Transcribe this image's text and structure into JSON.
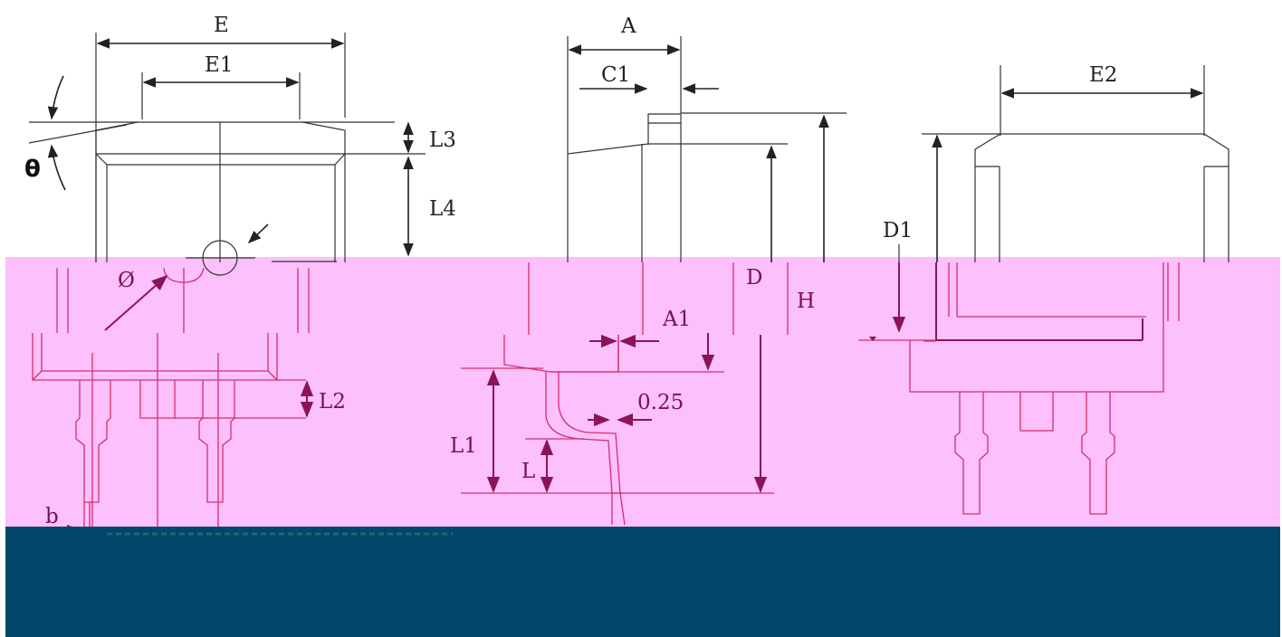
{
  "diagram": {
    "labels": {
      "E": "E",
      "E1": "E1",
      "E2": "E2",
      "A": "A",
      "C1": "C1",
      "A1": "A1",
      "L": "L",
      "L1": "L1",
      "L2": "L2",
      "L3": "L3",
      "L4": "L4",
      "D": "D",
      "D1": "D1",
      "H": "H",
      "b": "b",
      "theta": "θ",
      "diameter": "Ø",
      "lead_thickness": "0.25"
    },
    "colors": {
      "overlay_pink": "#fcc0fc",
      "footer_navy": "#02476b",
      "dimension_dark": "#8a1458",
      "outline_magenta": "#d0306e",
      "line_gray": "#333333"
    }
  }
}
